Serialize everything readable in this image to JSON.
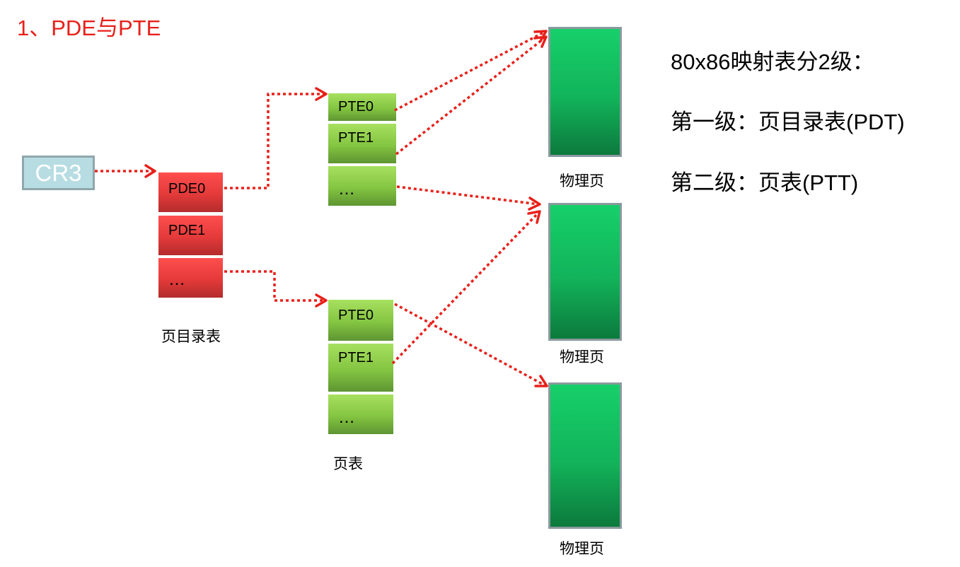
{
  "title": "1、PDE与PTE",
  "cr3": {
    "label": "CR3"
  },
  "page_directory": {
    "entries": [
      "PDE0",
      "PDE1",
      "…"
    ],
    "caption": "页目录表"
  },
  "page_table_1": {
    "entries": [
      "PTE0",
      "PTE1",
      "…"
    ]
  },
  "page_table_2": {
    "entries": [
      "PTE0",
      "PTE1",
      "…"
    ],
    "caption": "页表"
  },
  "physical_pages": {
    "caption": "物理页"
  },
  "notes": {
    "line1": "80x86映射表分2级：",
    "line2": "第一级：页目录表(PDT)",
    "line3": "第二级：页表(PTT)"
  },
  "colors": {
    "title": "#e8201a",
    "arrow": "#e8201a",
    "pde": "#e43a3a",
    "pte": "#84c541",
    "physical_page": "#12b35a",
    "cr3": "#b7dde3"
  }
}
